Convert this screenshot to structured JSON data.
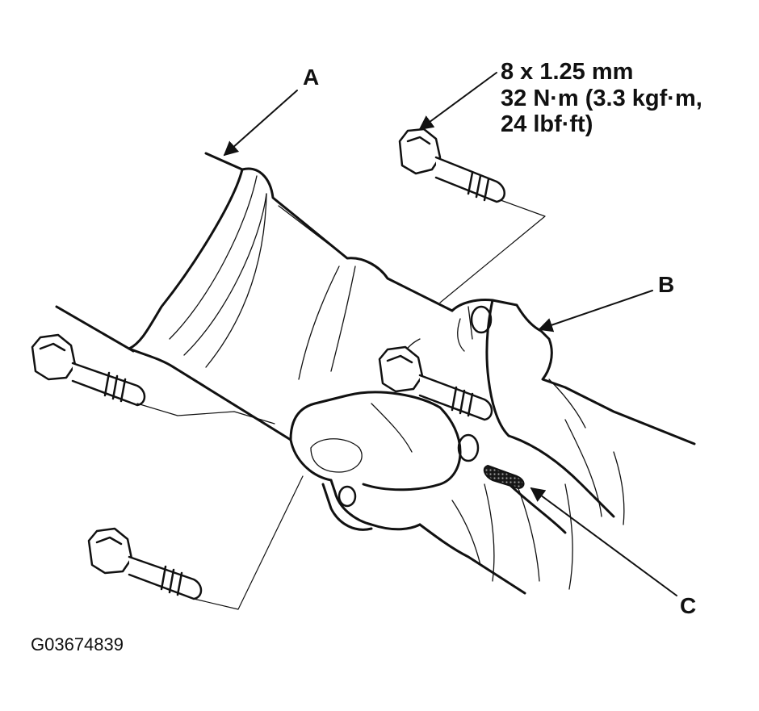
{
  "diagram": {
    "labels": {
      "a": "A",
      "b": "B",
      "c": "C"
    },
    "torque_spec": {
      "line1": "8 x 1.25 mm",
      "line2": "32 N·m (3.3 kgf·m,",
      "line3": "24 lbf·ft)"
    },
    "figure_id": "G03674839"
  },
  "colors": {
    "line": "#111111",
    "background": "#ffffff"
  }
}
